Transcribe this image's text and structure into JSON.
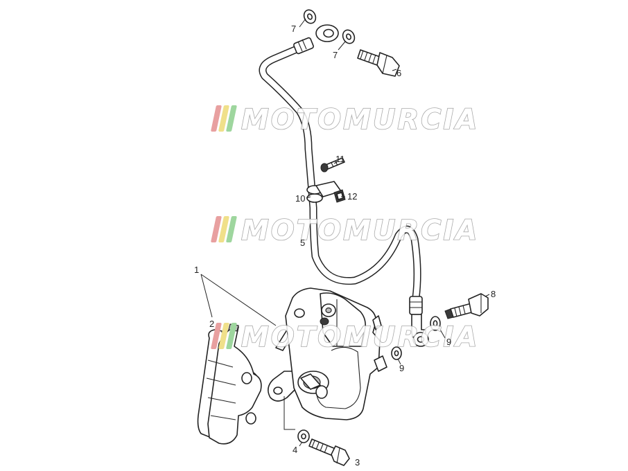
{
  "diagram": {
    "callouts": [
      {
        "id": "c1",
        "text": "1"
      },
      {
        "id": "c2",
        "text": "2"
      },
      {
        "id": "c3",
        "text": "3"
      },
      {
        "id": "c4",
        "text": "4"
      },
      {
        "id": "c5",
        "text": "5"
      },
      {
        "id": "c6",
        "text": "6"
      },
      {
        "id": "c7a",
        "text": "7"
      },
      {
        "id": "c7b",
        "text": "7"
      },
      {
        "id": "c8",
        "text": "8"
      },
      {
        "id": "c9a",
        "text": "9"
      },
      {
        "id": "c9b",
        "text": "9"
      },
      {
        "id": "c10",
        "text": "10"
      },
      {
        "id": "c11",
        "text": "11"
      },
      {
        "id": "c12",
        "text": "12"
      }
    ]
  },
  "watermark": {
    "text": "MOTOMURCIA",
    "stripe_colors": [
      "#e8a0a0",
      "#f0e08a",
      "#9ed69e"
    ]
  }
}
